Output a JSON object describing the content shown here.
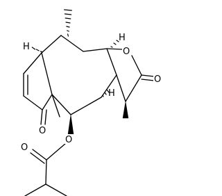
{
  "diagram": {
    "atom_labels": [
      {
        "id": "ring-o",
        "text": "O"
      },
      {
        "id": "lactone-carbonyl-o",
        "text": "O"
      },
      {
        "id": "ketone-o",
        "text": "O"
      },
      {
        "id": "ester-o",
        "text": "O"
      },
      {
        "id": "ester-carbonyl-o",
        "text": "O"
      },
      {
        "id": "h-top-left",
        "text": "H"
      },
      {
        "id": "h-top-right",
        "text": "H"
      },
      {
        "id": "h-mid",
        "text": "H"
      }
    ]
  }
}
